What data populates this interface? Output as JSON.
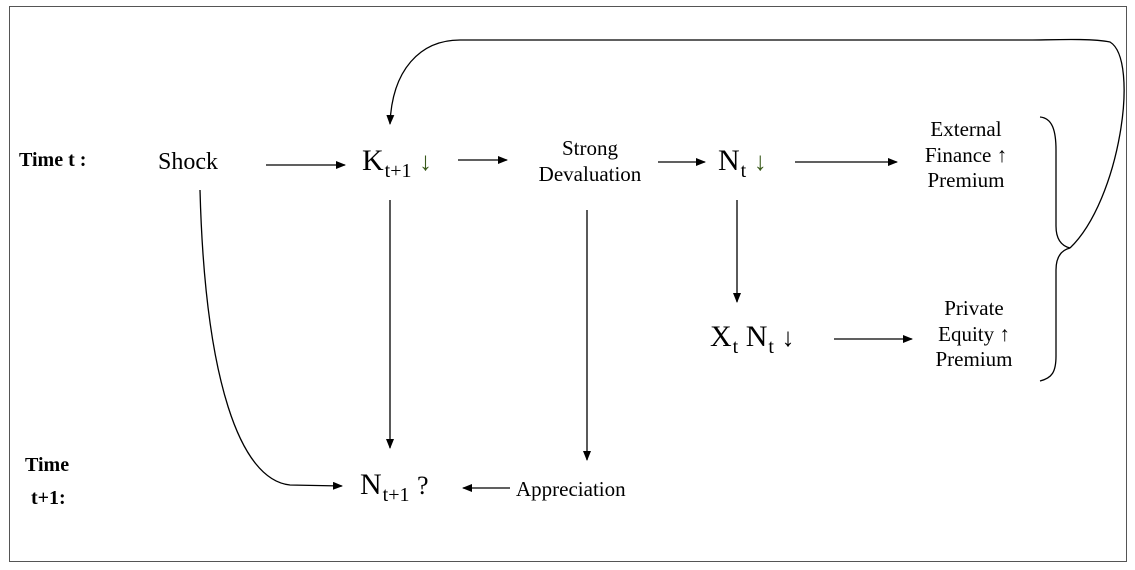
{
  "labels": {
    "time_t": "Time  t :",
    "time_t1_line1": "Time",
    "time_t1_line2": "t+1:",
    "shock": "Shock",
    "k_main": "K",
    "k_sub": "t+1",
    "down_arrow": "↓",
    "up_arrow": "↑",
    "strong_line1": "Strong",
    "strong_line2": "Devaluation",
    "n_main": "N",
    "n_sub": "t",
    "x_main": "X",
    "x_sub": "t",
    "xn_main": "N",
    "xn_sub": "t",
    "ext_line1": "External",
    "ext_line2": "Finance",
    "ext_line3": "Premium",
    "priv_line1": "Private",
    "priv_line2": "Equity",
    "priv_line3": "Premium",
    "n1_main": "N",
    "n1_sub": "t+1",
    "question": "?",
    "appreciation": "Appreciation"
  },
  "colors": {
    "arrow": "#000000",
    "accent_arrow": "#3a5a1c",
    "frame": "#555555"
  }
}
